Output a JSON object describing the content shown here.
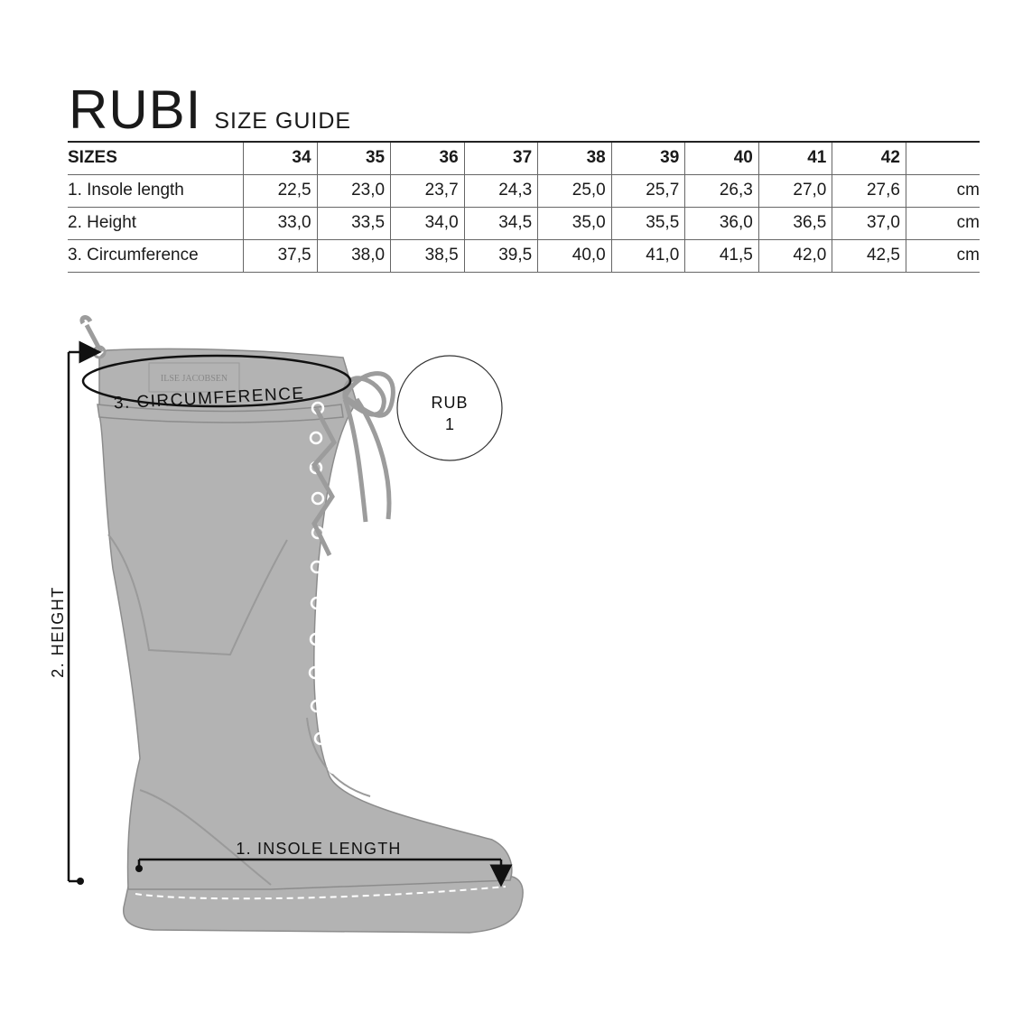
{
  "title": "RUBI",
  "subtitle": "SIZE GUIDE",
  "table": {
    "header_label": "SIZES",
    "sizes": [
      "34",
      "35",
      "36",
      "37",
      "38",
      "39",
      "40",
      "41",
      "42"
    ],
    "rows": [
      {
        "label": "1. Insole length",
        "values": [
          "22,5",
          "23,0",
          "23,7",
          "24,3",
          "25,0",
          "25,7",
          "26,3",
          "27,0",
          "27,6"
        ],
        "unit": "cm"
      },
      {
        "label": "2. Height",
        "values": [
          "33,0",
          "33,5",
          "34,0",
          "34,5",
          "35,0",
          "35,5",
          "36,0",
          "36,5",
          "37,0"
        ],
        "unit": "cm"
      },
      {
        "label": "3. Circumference",
        "values": [
          "37,5",
          "38,0",
          "38,5",
          "39,5",
          "40,0",
          "41,0",
          "41,5",
          "42,0",
          "42,5"
        ],
        "unit": "cm"
      }
    ]
  },
  "diagram": {
    "brand_label": "ILSE JACOBSEN",
    "circumference_label": "3. CIRCUMFERENCE",
    "height_label": "2. HEIGHT",
    "insole_label": "1. INSOLE LENGTH",
    "model_badge_line1": "RUB",
    "model_badge_line2": "1",
    "boot_color": "#b3b3b3",
    "outline_color": "#8c8c8c"
  }
}
